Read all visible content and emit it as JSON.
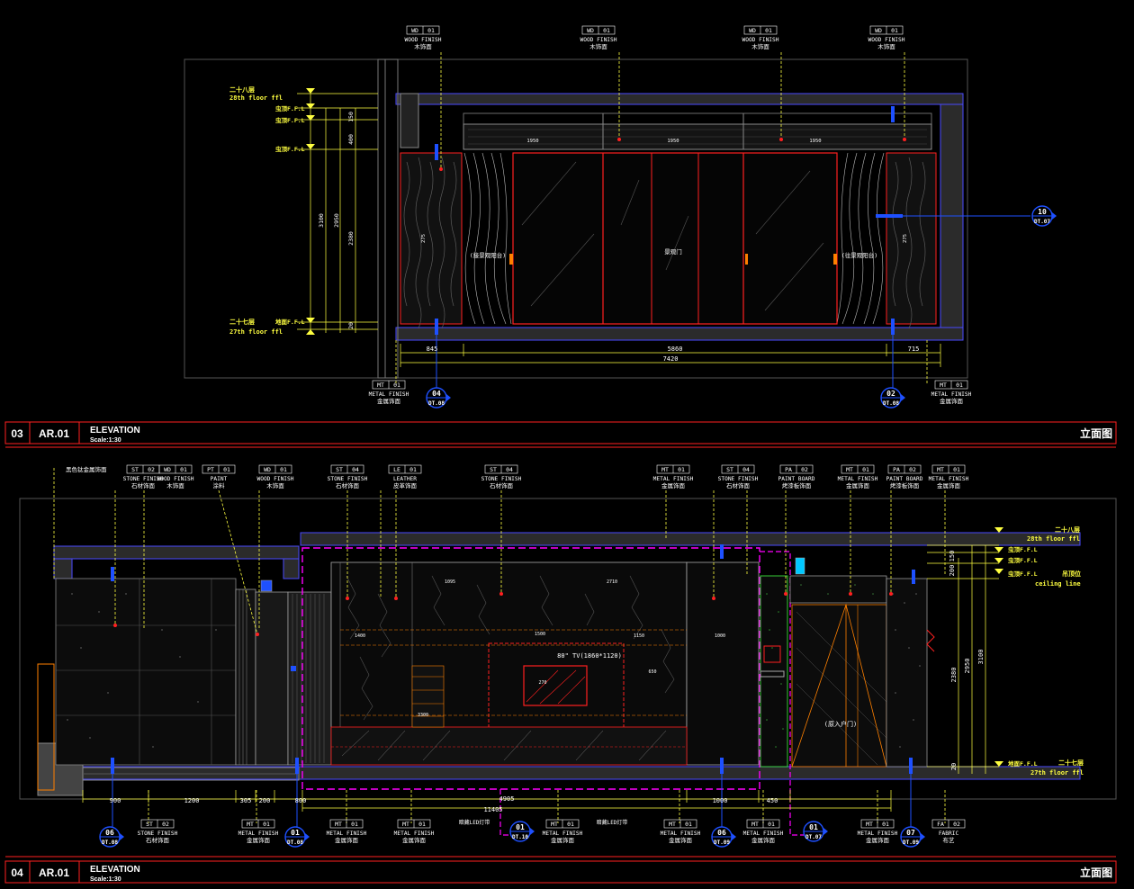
{
  "colors": {
    "background": "#000000",
    "structure": "#3a3a3a",
    "wall_fill": "#2b2b2b",
    "outline": "#4a4aff",
    "red": "#ff2020",
    "yellow": "#ffff40",
    "magenta": "#ff00ff",
    "white": "#ffffff",
    "cyan": "#00c8ff",
    "green": "#40ff40",
    "orange": "#ff8000",
    "blue_marker": "#1e50ff"
  },
  "sheets": [
    {
      "id": "top",
      "number": "03",
      "code": "AR.01",
      "title": "ELEVATION",
      "scale": "Scale:1:30",
      "cn_title": "立面图",
      "tags": [
        {
          "code": "WD",
          "num": "01",
          "en": "WOOD FINISH",
          "cn": "木饰面"
        },
        {
          "code": "WD",
          "num": "01",
          "en": "WOOD FINISH",
          "cn": "木饰面"
        },
        {
          "code": "WD",
          "num": "01",
          "en": "WOOD FINISH",
          "cn": "木饰面"
        },
        {
          "code": "WD",
          "num": "01",
          "en": "WOOD FINISH",
          "cn": "木饰面"
        }
      ],
      "bottom_tags": [
        {
          "code": "MT",
          "num": "01",
          "en": "METAL FINISH",
          "cn": "金属饰面"
        },
        {
          "code": "MT",
          "num": "01",
          "en": "METAL FINISH",
          "cn": "金属饰面"
        }
      ],
      "levels": [
        {
          "cn": "二十八层",
          "en": "28th floor ffl"
        },
        {
          "cn": "二十七层",
          "en": "27th floor ffl"
        }
      ],
      "level_marks": [
        "虫顶F.F.L",
        "虫顶F.F.L",
        "虫顶F.F.L",
        "地面F.F.L"
      ],
      "dims_bottom": [
        "845",
        "5860",
        "715",
        "7420"
      ],
      "dims_vertical": [
        "150",
        "400",
        "3100",
        "2950",
        "2380",
        "20"
      ],
      "dims_top": [
        "1950",
        "1950",
        "1950"
      ],
      "dim_side": "275",
      "callouts": [
        {
          "num": "10",
          "ref": "DT.07"
        },
        {
          "num": "04",
          "ref": "DT.08"
        },
        {
          "num": "02",
          "ref": "DT.08"
        }
      ],
      "notes": [
        "(接景观阳台)",
        "景观门",
        "(往景观阳台)"
      ]
    },
    {
      "id": "bottom",
      "number": "04",
      "code": "AR.01",
      "title": "ELEVATION",
      "scale": "Scale:1:30",
      "cn_title": "立面图",
      "tags": [
        {
          "code": "ST",
          "num": "02",
          "en": "STONE FINISH",
          "cn": "石材饰面"
        },
        {
          "code": "WD",
          "num": "01",
          "en": "WOOD FINISH",
          "cn": "木饰面"
        },
        {
          "code": "PT",
          "num": "01",
          "en": "PAINT",
          "cn": "涂料"
        },
        {
          "code": "WD",
          "num": "01",
          "en": "WOOD FINISH",
          "cn": "木饰面"
        },
        {
          "code": "ST",
          "num": "04",
          "en": "STONE FINISH",
          "cn": "石材饰面"
        },
        {
          "code": "LE",
          "num": "01",
          "en": "LEATHER",
          "cn": "皮革饰面"
        },
        {
          "code": "ST",
          "num": "04",
          "en": "STONE FINISH",
          "cn": "石材饰面"
        },
        {
          "code": "MT",
          "num": "01",
          "en": "METAL FINISH",
          "cn": "金属饰面"
        },
        {
          "code": "ST",
          "num": "04",
          "en": "STONE FINISH",
          "cn": "石材饰面"
        },
        {
          "code": "PA",
          "num": "02",
          "en": "PAINT BOARD",
          "cn": "烤漆板饰面"
        },
        {
          "code": "MT",
          "num": "01",
          "en": "METAL FINISH",
          "cn": "金属饰面"
        },
        {
          "code": "PA",
          "num": "02",
          "en": "PAINT BOARD",
          "cn": "烤漆板饰面"
        },
        {
          "code": "MT",
          "num": "01",
          "en": "METAL FINISH",
          "cn": "金属饰面"
        }
      ],
      "bottom_tags": [
        {
          "code": "ST",
          "num": "02",
          "en": "STONE FINISH",
          "cn": "石材饰面"
        },
        {
          "code": "MT",
          "num": "01",
          "en": "METAL FINISH",
          "cn": "金属饰面"
        },
        {
          "code": "MT",
          "num": "01",
          "en": "METAL FINISH",
          "cn": "金属饰面"
        },
        {
          "code": "MT",
          "num": "01",
          "en": "METAL FINISH",
          "cn": "金属饰面"
        },
        {
          "code": "MT",
          "num": "01",
          "en": "METAL FINISH",
          "cn": "金属饰面"
        },
        {
          "code": "MT",
          "num": "01",
          "en": "METAL FINISH",
          "cn": "金属饰面"
        },
        {
          "code": "MT",
          "num": "01",
          "en": "METAL FINISH",
          "cn": "金属饰面"
        },
        {
          "code": "MT",
          "num": "01",
          "en": "METAL FINISH",
          "cn": "金属饰面"
        },
        {
          "code": "FA",
          "num": "02",
          "en": "FABRIC",
          "cn": "布艺"
        }
      ],
      "levels": [
        {
          "cn": "二十八层",
          "en": "28th floor ffl"
        },
        {
          "cn": "二十七层",
          "en": "27th floor ffl"
        }
      ],
      "level_marks": [
        "虫顶F.F.L",
        "虫顶F.F.L",
        "虫顶F.F.L",
        "地面F.F.L"
      ],
      "ceiling_line": {
        "cn": "吊顶位",
        "en": "ceiling line"
      },
      "dims_bottom": [
        "900",
        "1200",
        "305",
        "200",
        "800",
        "4905",
        "1000",
        "450",
        "11405"
      ],
      "dims_vertical": [
        "200",
        "150",
        "2950",
        "3100",
        "2380",
        "20"
      ],
      "dims_inner": [
        "1095",
        "2710",
        "1400",
        "1150",
        "650",
        "1500",
        "1000",
        "270",
        "3300"
      ],
      "tv_label": "80\" TV(1860*1120)",
      "door_label": "(原入户门)",
      "top_note": "黑色钛金属饰面",
      "notes_small": [
        "暗藏LED灯带",
        "暗藏LED灯带"
      ],
      "callouts": [
        {
          "num": "06",
          "ref": "DT.08"
        },
        {
          "num": "01",
          "ref": "DT.08"
        },
        {
          "num": "01",
          "ref": "DT.10"
        },
        {
          "num": "06",
          "ref": "DT.09"
        },
        {
          "num": "01",
          "ref": "DT.07"
        },
        {
          "num": "07",
          "ref": "DT.09"
        }
      ]
    }
  ]
}
